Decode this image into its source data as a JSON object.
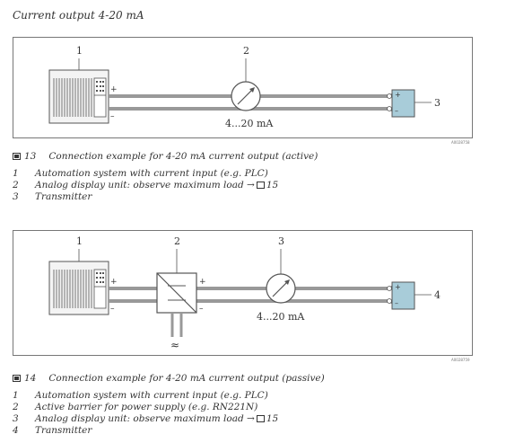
{
  "section_title": "Current output 4-20 mA",
  "figure1": {
    "callouts": [
      "1",
      "2",
      "3"
    ],
    "signal_label": "4...20 mA",
    "plus": "+",
    "minus": "–",
    "doc_id": "A0028758",
    "caption_number": "13",
    "caption_text": "Connection example for 4-20 mA current output (active)",
    "legend": [
      {
        "key": "1",
        "text": "Automation system with current input (e.g. PLC)"
      },
      {
        "key": "2",
        "text": "Analog display unit: observe maximum load →",
        "ref": "15"
      },
      {
        "key": "3",
        "text": "Transmitter"
      }
    ]
  },
  "figure2": {
    "callouts": [
      "1",
      "2",
      "3",
      "4"
    ],
    "signal_label": "4...20 mA",
    "plus": "+",
    "minus": "–",
    "ac_symbol": "≈",
    "doc_id": "A0028759",
    "caption_number": "14",
    "caption_text": "Connection example for 4-20 mA current output (passive)",
    "legend": [
      {
        "key": "1",
        "text": "Automation system with current input (e.g. PLC)"
      },
      {
        "key": "2",
        "text": "Active barrier for power supply (e.g. RN221N)"
      },
      {
        "key": "3",
        "text": "Analog display unit: observe maximum load →",
        "ref": "15"
      },
      {
        "key": "4",
        "text": "Transmitter"
      }
    ]
  },
  "colors": {
    "transmitter_fill": "#a8ccd9",
    "line": "#555555",
    "wire": "#999999"
  }
}
